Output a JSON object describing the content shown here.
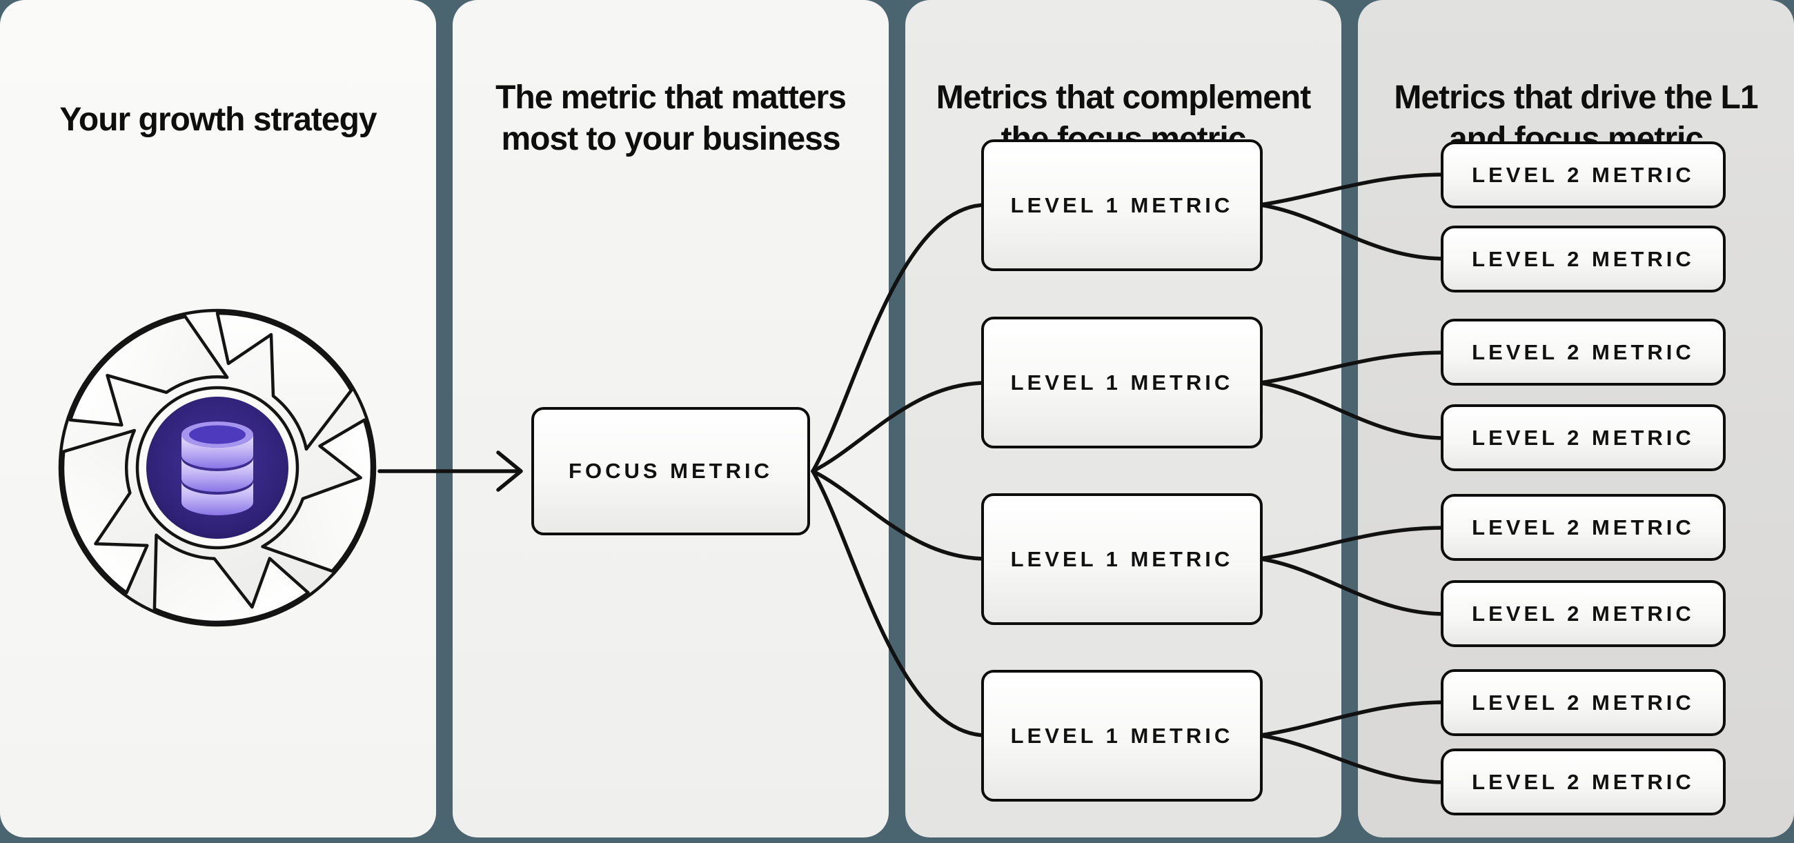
{
  "background_color": "#4a6570",
  "line_color": "#111111",
  "panels": [
    {
      "title_lines": [
        "Your growth strategy",
        ""
      ],
      "bg": "#f6f6f4"
    },
    {
      "title_lines": [
        "The metric that matters",
        "most to your business"
      ],
      "bg": "#f2f2f0"
    },
    {
      "title_lines": [
        "Metrics that complement",
        "the focus metric"
      ],
      "bg": "#e9e9e7"
    },
    {
      "title_lines": [
        "Metrics that drive the L1",
        "and focus metric"
      ],
      "bg": "#dedddb"
    }
  ],
  "nodes": {
    "focus": {
      "label": "FOCUS METRIC"
    },
    "level1": [
      {
        "label": "LEVEL 1 METRIC"
      },
      {
        "label": "LEVEL 1 METRIC"
      },
      {
        "label": "LEVEL 1 METRIC"
      },
      {
        "label": "LEVEL 1 METRIC"
      }
    ],
    "level2": [
      {
        "label": "LEVEL 2 METRIC"
      },
      {
        "label": "LEVEL 2 METRIC"
      },
      {
        "label": "LEVEL 2 METRIC"
      },
      {
        "label": "LEVEL 2 METRIC"
      },
      {
        "label": "LEVEL 2 METRIC"
      },
      {
        "label": "LEVEL 2 METRIC"
      },
      {
        "label": "LEVEL 2 METRIC"
      },
      {
        "label": "LEVEL 2 METRIC"
      }
    ]
  },
  "icon": {
    "name": "growth-loop-database-icon",
    "hub_dark": "#271a5c",
    "hub_mid": "#3d2d8a",
    "database_light": "#cdc2f8",
    "database_mid": "#9583ea",
    "database_dark": "#4e3abc"
  }
}
